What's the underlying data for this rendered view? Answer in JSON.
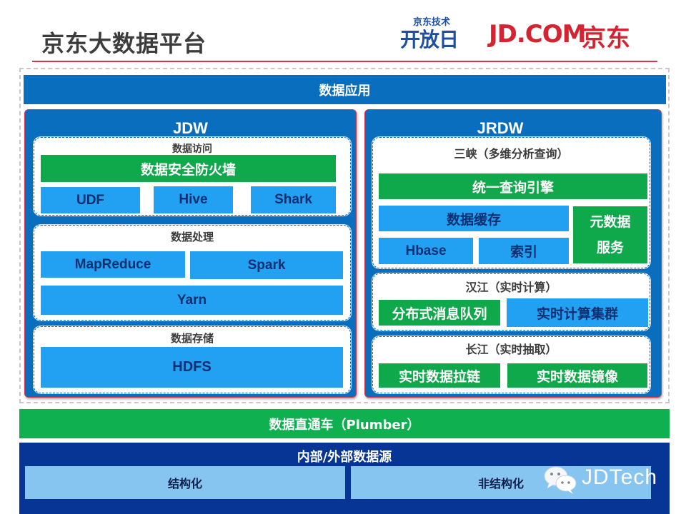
{
  "header": {
    "title": "京东大数据平台",
    "logo_event_small": "京东技术",
    "logo_event_big": "开放日",
    "logo_brand_en": "JD.COM",
    "logo_brand_cn": "京东"
  },
  "colors": {
    "accent_red": "#d8364a",
    "primary_blue": "#0a6ebf",
    "light_blue": "#22a0f2",
    "green": "#0fa84a",
    "navy": "#063596",
    "pale_blue": "#86c5ef"
  },
  "app_layer": {
    "label": "数据应用"
  },
  "jdw": {
    "title": "JDW",
    "access": {
      "label": "数据访问",
      "firewall": "数据安全防火墙",
      "tools": [
        "UDF",
        "Hive",
        "Shark"
      ]
    },
    "processing": {
      "label": "数据处理",
      "engines": [
        "MapReduce",
        "Spark"
      ],
      "scheduler": "Yarn"
    },
    "storage": {
      "label": "数据存储",
      "fs": "HDFS"
    }
  },
  "jrdw": {
    "title": "JRDW",
    "sanxia": {
      "label": "三峡（多维分析查询）",
      "engine": "统一查询引擎",
      "cache": "数据缓存",
      "hbase": "Hbase",
      "index": "索引",
      "meta_line1": "元数据",
      "meta_line2": "服务"
    },
    "hanjiang": {
      "label": "汉江（实时计算）",
      "mq": "分布式消息队列",
      "cluster": "实时计算集群"
    },
    "changjiang": {
      "label": "长江（实时抽取）",
      "chain": "实时数据拉链",
      "mirror": "实时数据镜像"
    }
  },
  "plumber": {
    "label": "数据直通车（Plumber）"
  },
  "sources": {
    "title": "内部/外部数据源",
    "structured": "结构化",
    "unstructured": "非结构化"
  },
  "watermark": {
    "text": "JDTech"
  }
}
